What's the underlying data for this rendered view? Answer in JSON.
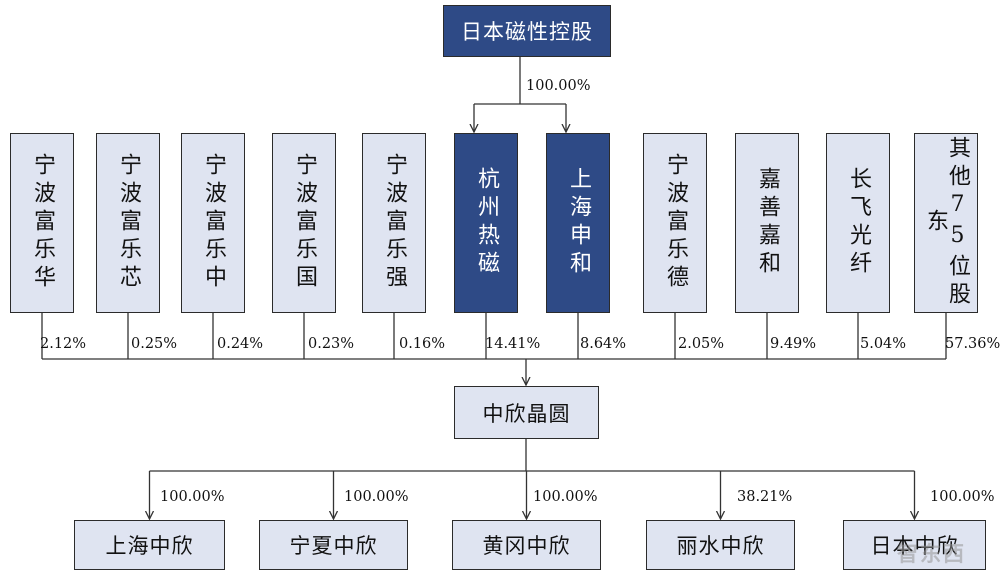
{
  "top": {
    "name": "日本磁性控股",
    "pct": "100.00%"
  },
  "shareholders": [
    {
      "name": "宁波富乐华",
      "pct": "2.12%",
      "style": "light"
    },
    {
      "name": "宁波富乐芯",
      "pct": "0.25%",
      "style": "light"
    },
    {
      "name": "宁波富乐中",
      "pct": "0.24%",
      "style": "light"
    },
    {
      "name": "宁波富乐国",
      "pct": "0.23%",
      "style": "light"
    },
    {
      "name": "宁波富乐强",
      "pct": "0.16%",
      "style": "light"
    },
    {
      "name": "杭州热磁",
      "pct": "14.41%",
      "style": "dark"
    },
    {
      "name": "上海申和",
      "pct": "8.64%",
      "style": "dark"
    },
    {
      "name": "宁波富乐德",
      "pct": "2.05%",
      "style": "light"
    },
    {
      "name": "嘉善嘉和",
      "pct": "9.49%",
      "style": "light"
    },
    {
      "name": "长飞光纤",
      "pct": "5.04%",
      "style": "light"
    },
    {
      "name": "其他75位股东",
      "pct": "57.36%",
      "style": "light"
    }
  ],
  "center": {
    "name": "中欣晶圆"
  },
  "subsidiaries": [
    {
      "name": "上海中欣",
      "pct": "100.00%"
    },
    {
      "name": "宁夏中欣",
      "pct": "100.00%"
    },
    {
      "name": "黄冈中欣",
      "pct": "100.00%"
    },
    {
      "name": "丽水中欣",
      "pct": "38.21%"
    },
    {
      "name": "日本中欣",
      "pct": "100.00%"
    }
  ],
  "colors": {
    "dark": "#2e4a86",
    "light": "#dfe4f1",
    "line": "#333333"
  },
  "watermark": "智东西"
}
